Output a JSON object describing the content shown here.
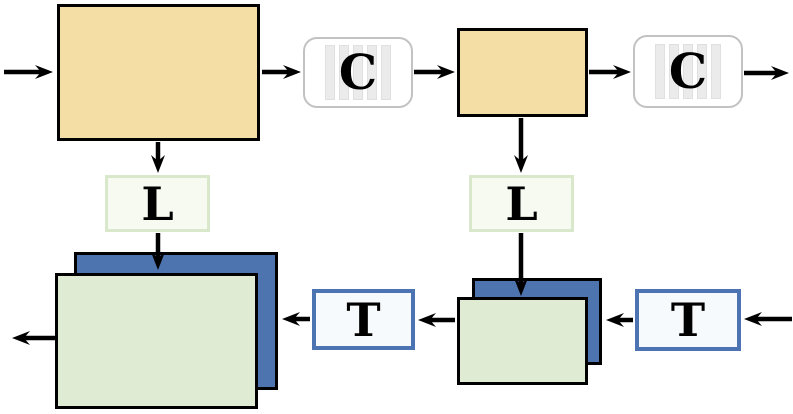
{
  "nodes": {
    "cache1": {
      "label": "C"
    },
    "cache2": {
      "label": "C"
    },
    "linear1": {
      "label": "L"
    },
    "linear2": {
      "label": "L"
    },
    "transform1": {
      "label": "T"
    },
    "transform2": {
      "label": "T"
    }
  },
  "colors": {
    "encoder_fill": "#F5DEA5",
    "box_border": "#000000",
    "cache_border": "#C2C2C2",
    "cache_stripe_fill": "#EBEBEB",
    "cache_stripe_border": "#E0E0E0",
    "linear_fill": "#F7FAF1",
    "linear_border": "#D9E8CA",
    "stack_back_fill": "#4E74B0",
    "stack_front_fill": "#E0EBD4",
    "transform_fill": "#F7FAFD",
    "transform_border": "#4C73B2",
    "arrow_color": "#000000"
  }
}
